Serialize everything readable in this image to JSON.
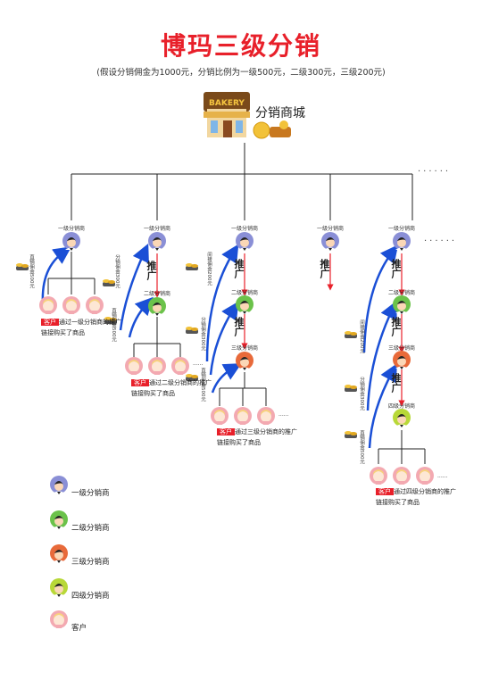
{
  "title": "博玛三级分销",
  "subtitle": "(假设分销佣金为1000元，分销比例为一级500元，二级300元，三级200元)",
  "mall": {
    "label": "分销商城",
    "sign": "BAKERY"
  },
  "labels": {
    "level1": "一级分销商",
    "level2": "二级分销商",
    "level3": "三级分销商",
    "level4": "四级分销商",
    "promote": "推广",
    "ellipsis": "......",
    "ellipsis_small": "......"
  },
  "commissions": {
    "a": "直销佣金500元",
    "b1": "分销佣金300元",
    "b2": "直销佣金500元",
    "c1": "间接佣金200元",
    "c2": "分销佣金300元",
    "c3": "直销佣金500元",
    "d1": "间接佣金200元",
    "d2": "分销佣金300元",
    "d3": "直销佣金500元"
  },
  "notes": {
    "tag": "客户",
    "n1": "通过一级分销商的推广链接购买了商品",
    "n2": "通过二级分销商的推广链接购买了商品",
    "n3": "通过三级分销商的推广链接购买了商品",
    "n4": "通过四级分销商的推广链接购买了商品"
  },
  "legend": [
    {
      "label": "一级分销商",
      "color": "#8a8fd6"
    },
    {
      "label": "二级分销商",
      "color": "#6bc24a"
    },
    {
      "label": "三级分销商",
      "color": "#e86a3a"
    },
    {
      "label": "四级分销商",
      "color": "#b8d838"
    },
    {
      "label": "客户",
      "color": "#f0a8b0"
    }
  ],
  "colors": {
    "title": "#e8202a",
    "arrow_blue": "#1a4fd6",
    "arrow_red": "#e8202a"
  }
}
